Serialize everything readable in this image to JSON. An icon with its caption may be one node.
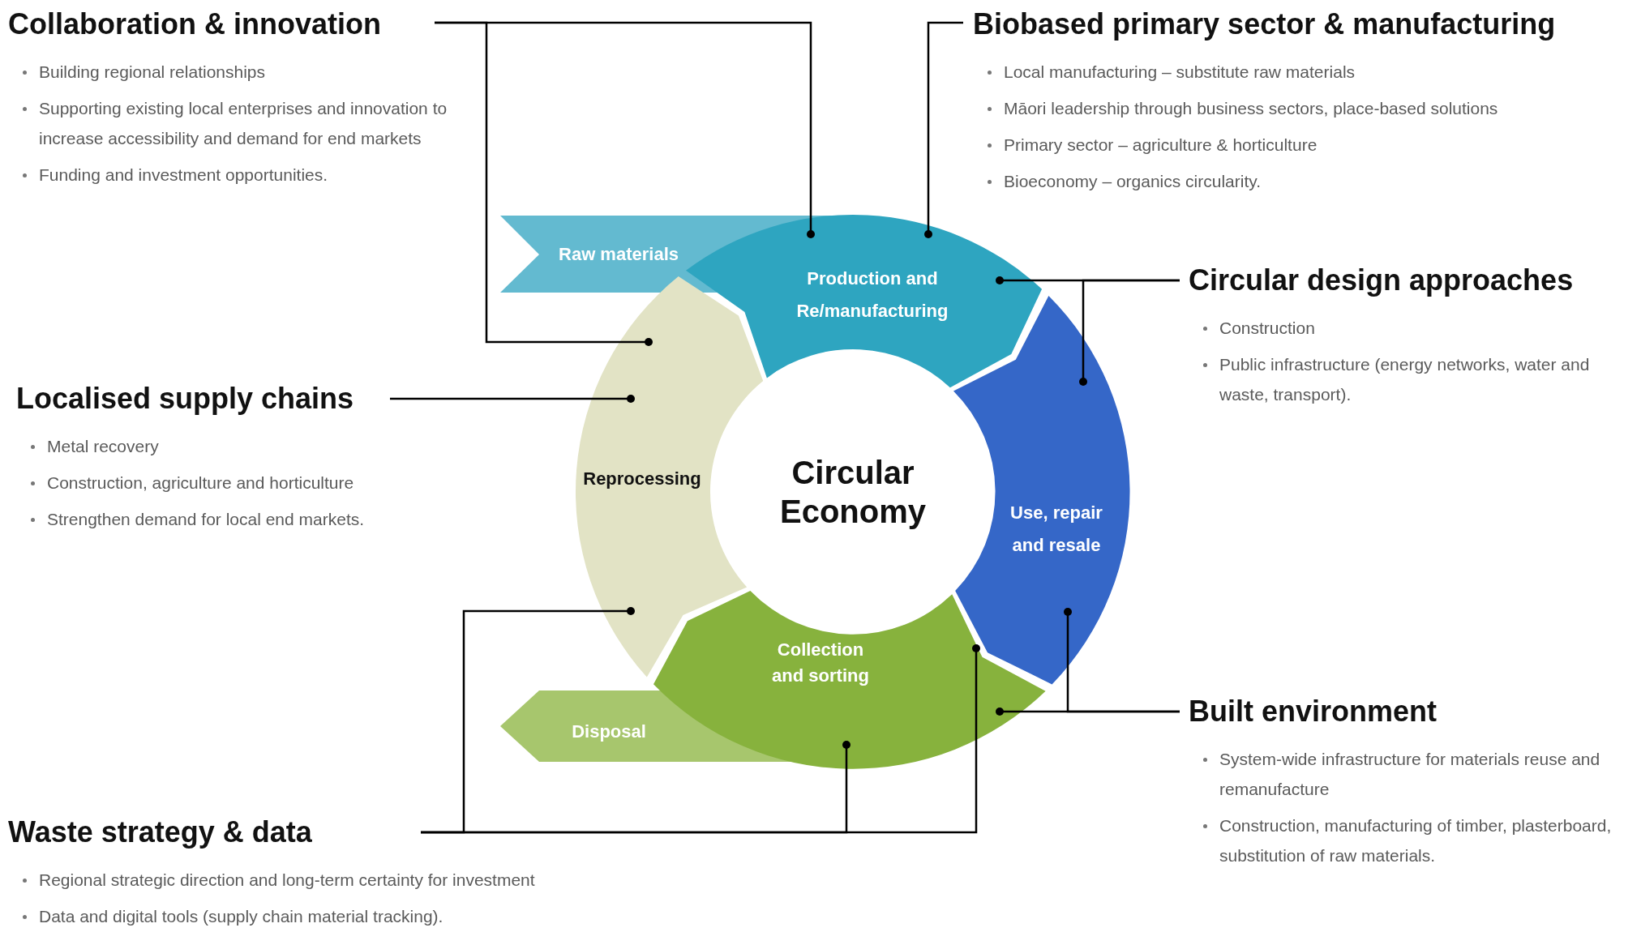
{
  "diagram": {
    "nodes": [
      {
        "text": [
          "Collaboration & innovation",
          "Building regional relationships",
          "Supporting existing local enterprises and innovation to increase accessibility and demand for end markets",
          "Funding and investment opportunities."
        ]
      },
      {
        "text": [
          "Biobased primary sector & manufacturing",
          "Local manufacturing – substitute raw materials",
          "Māori leadership through business sectors, place-based solutions",
          "Primary sector – agriculture & horticulture",
          "Bioeconomy – organics circularity."
        ]
      },
      {
        "text": [
          "Circular design approaches",
          "Construction",
          "Public infrastructure (energy networks, water and waste, transport)."
        ]
      },
      {
        "text": [
          "Localised supply chains",
          "Metal recovery",
          "Construction, agriculture and horticulture",
          "Strengthen demand for local end markets."
        ]
      },
      {
        "text": [
          "Built environment",
          "System-wide infrastructure for materials reuse and remanufacture",
          "Construction, manufacturing of timber, plasterboard, substitution of raw materials."
        ]
      },
      {
        "text": [
          "Waste strategy & data",
          "Regional strategic direction and long-term certainty for investment",
          "Data and digital tools (supply chain material tracking)."
        ]
      },
      {
        "text": [
          "Raw materials"
        ]
      },
      {
        "text": [
          "Production and Re/manufacturing"
        ]
      },
      {
        "text": [
          "Use, repair and resale"
        ]
      },
      {
        "text": [
          "Collection and sorting"
        ]
      },
      {
        "text": [
          "Reprocessing"
        ]
      },
      {
        "text": [
          "Disposal"
        ]
      },
      {
        "text": [
          "Circular Economy"
        ]
      }
    ],
    "edges": [
      {
        "from": 0,
        "to": 10,
        "arrow": "other"
      },
      {
        "from": 0,
        "to": 7,
        "arrow": "other"
      },
      {
        "from": 1,
        "to": 7,
        "arrow": "other"
      },
      {
        "from": 2,
        "to": 7,
        "arrow": "other"
      },
      {
        "from": 2,
        "to": 8,
        "arrow": "other"
      },
      {
        "from": 3,
        "to": 10,
        "arrow": "other"
      },
      {
        "from": 4,
        "to": 8,
        "arrow": "other"
      },
      {
        "from": 4,
        "to": 9,
        "arrow": "other"
      },
      {
        "from": 5,
        "to": 10,
        "arrow": "other"
      },
      {
        "from": 5,
        "to": 9,
        "arrow": "other"
      },
      {
        "from": 5,
        "to": 8,
        "arrow": "other"
      }
    ]
  }
}
